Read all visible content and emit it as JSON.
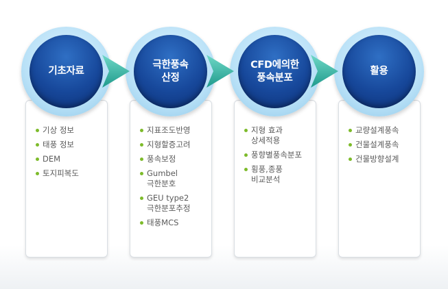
{
  "steps": [
    {
      "label": "기초자료",
      "items": [
        "기상 정보",
        "태풍 정보",
        "DEM",
        "토지피복도"
      ]
    },
    {
      "label": "극한풍속\n산정",
      "items": [
        "지표조도반영",
        "지형할증고려",
        "풍속보정",
        "Gumbel\n극한분호",
        "GEU type2\n극한분포추정",
        "태풍MCS"
      ]
    },
    {
      "label": "CFD에의한\n풍속분포",
      "items": [
        "지형 효과\n상세적용",
        "풍향별풍속분포",
        "횡풍,종풍\n비교분석"
      ]
    },
    {
      "label": "활용",
      "items": [
        "교량설계풍속",
        "건물설계풍속",
        "건물방향설계"
      ]
    }
  ],
  "colors": {
    "circle": "#17489b",
    "arrow": "#3fb8a8",
    "bullet": "#7dbb2a"
  }
}
